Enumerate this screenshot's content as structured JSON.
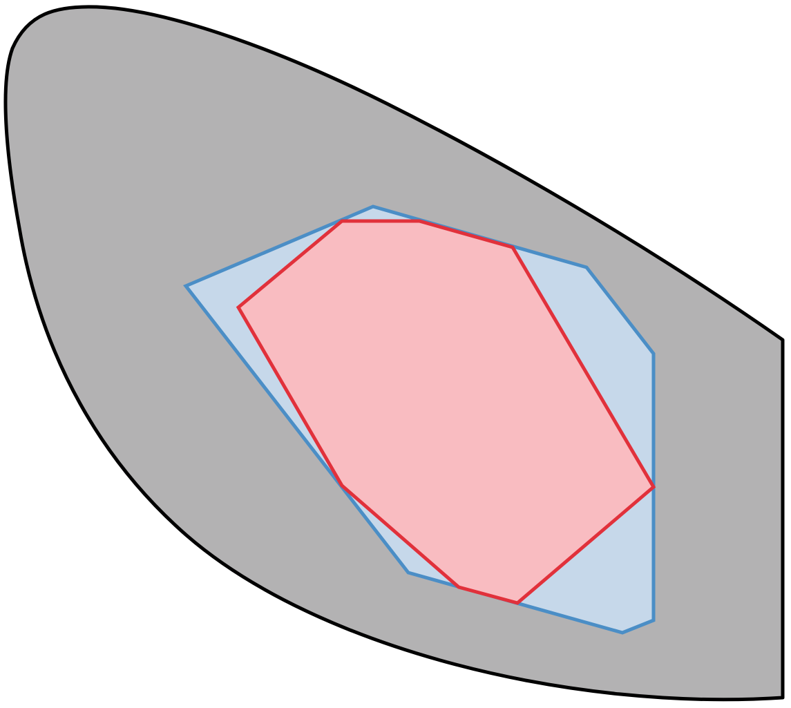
{
  "diagram": {
    "colors": {
      "background": "#ffffff",
      "outer_fill": "#b3b2b3",
      "outer_stroke": "#000000",
      "blue_fill": "#c6d8ea",
      "blue_stroke": "#4b8ec6",
      "red_fill": "#f9bcc1",
      "red_stroke": "#e1313b"
    },
    "shapes": [
      {
        "name": "outer-region",
        "color_role": "gray"
      },
      {
        "name": "blue-polygon",
        "color_role": "blue"
      },
      {
        "name": "red-polygon",
        "color_role": "red"
      }
    ]
  }
}
